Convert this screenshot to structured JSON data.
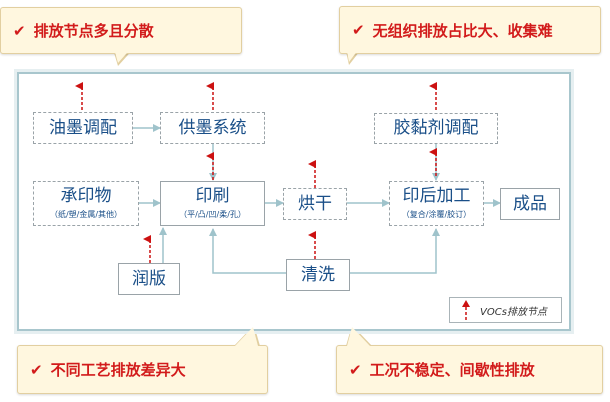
{
  "callouts": {
    "top_left": "排放节点多且分散",
    "top_right": "无组织排放占比大、收集难",
    "bottom_left": "不同工艺排放差异大",
    "bottom_right": "工况不稳定、间歇性排放",
    "check_glyph": "✔"
  },
  "nodes": {
    "ink_mixing": "油墨调配",
    "ink_supply": "供墨系统",
    "adhesive_mixing": "胶黏剂调配",
    "substrate": "承印物",
    "substrate_sub": "（纸/塑/金属/其他）",
    "printing": "印刷",
    "printing_sub": "（平/凸/凹/柔/孔）",
    "drying": "烘干",
    "post_press": "印后加工",
    "post_press_sub": "（复合/涂覆/胶订）",
    "product": "成品",
    "plate_wetting": "润版",
    "cleaning": "清洗"
  },
  "legend": {
    "label": "VOCs排放节点"
  },
  "colors": {
    "emission_arrow": "#cc1111",
    "flow_line": "#9fc3cb",
    "text_blue": "#1a4f88",
    "callout_text": "#d21b1b",
    "callout_bg": "#fff7df"
  }
}
